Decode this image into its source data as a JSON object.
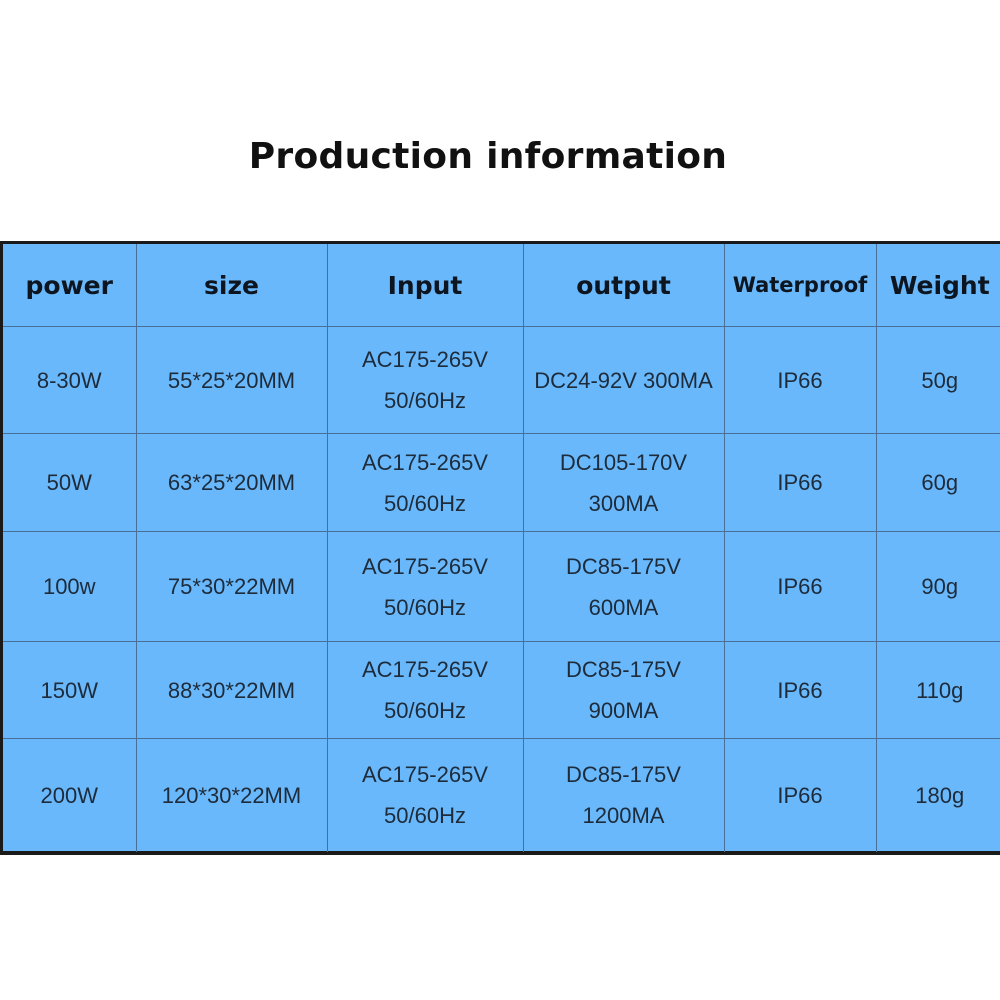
{
  "title": "Production information",
  "table": {
    "headers": [
      "power",
      "size",
      "Input",
      "output",
      "Waterproof",
      "Weight"
    ],
    "rows": [
      {
        "power": "8-30W",
        "size": "55*25*20MM",
        "input": [
          "AC175-265V",
          "50/60Hz"
        ],
        "output": [
          "DC24-92V 300MA"
        ],
        "waterproof": "IP66",
        "weight": "50g"
      },
      {
        "power": "50W",
        "size": "63*25*20MM",
        "input": [
          "AC175-265V",
          "50/60Hz"
        ],
        "output": [
          "DC105-170V",
          "300MA"
        ],
        "waterproof": "IP66",
        "weight": "60g"
      },
      {
        "power": "100w",
        "size": "75*30*22MM",
        "input": [
          "AC175-265V",
          "50/60Hz"
        ],
        "output": [
          "DC85-175V",
          "600MA"
        ],
        "waterproof": "IP66",
        "weight": "90g"
      },
      {
        "power": "150W",
        "size": "88*30*22MM",
        "input": [
          "AC175-265V",
          "50/60Hz"
        ],
        "output": [
          "DC85-175V",
          "900MA"
        ],
        "waterproof": "IP66",
        "weight": "110g"
      },
      {
        "power": "200W",
        "size": "120*30*22MM",
        "input": [
          "AC175-265V",
          "50/60Hz"
        ],
        "output": [
          "DC85-175V",
          "1200MA"
        ],
        "waterproof": "IP66",
        "weight": "180g"
      }
    ]
  },
  "colors": {
    "table_fill": "#69b8fb",
    "table_border": "#1a1a1a",
    "grid_line": "#4a6f96"
  }
}
